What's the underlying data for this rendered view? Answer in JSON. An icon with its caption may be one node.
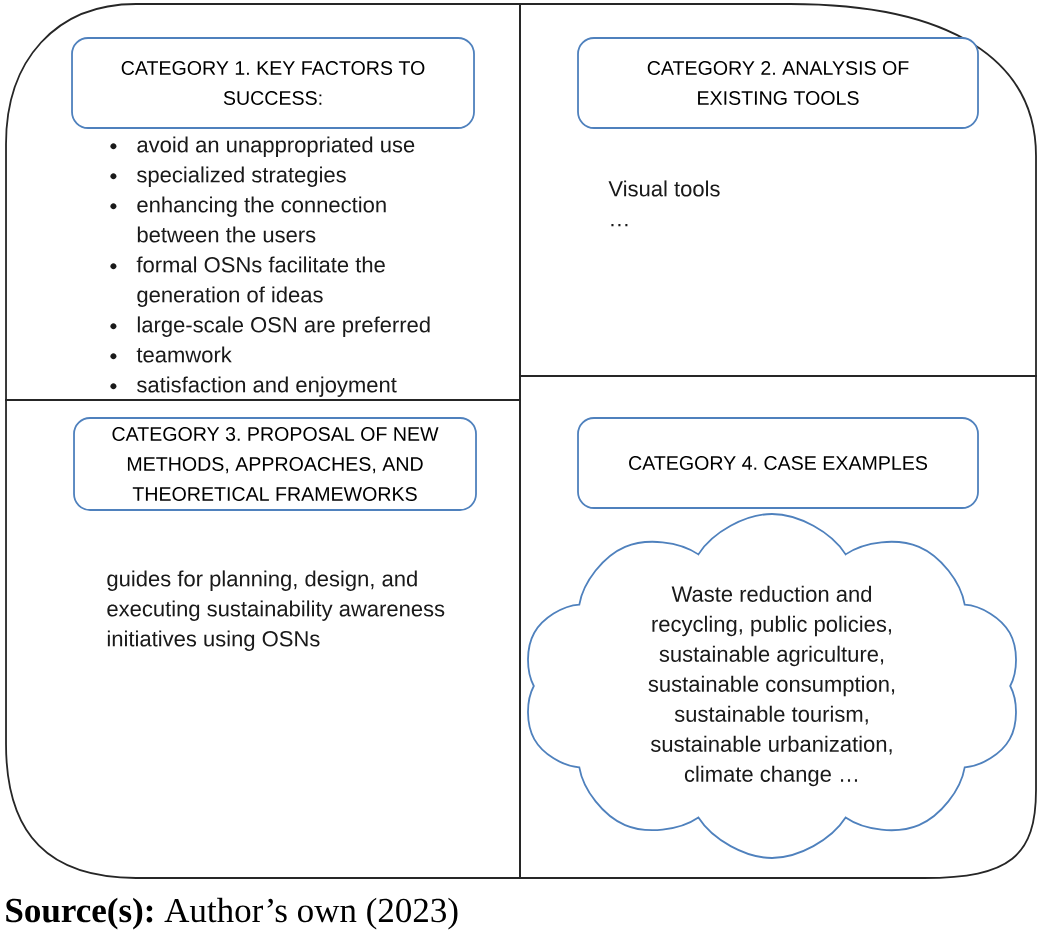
{
  "diagram": {
    "caption": "**Source(s):** Author’s own (2023)",
    "nodes": [
      {
        "text": [
          "avoid an unappropriated use",
          "specialized strategies",
          "enhancing the connection between the users",
          "formal OSNs facilitate the generation of ideas",
          "large-scale OSN are preferred",
          "teamwork",
          "satisfaction and enjoyment"
        ]
      },
      {
        "text": [
          "CATEGORY 1. KEY FACTORS TO SUCCESS:"
        ],
        "in": 0
      },
      {
        "text": [
          "Visual tools",
          "…"
        ]
      },
      {
        "text": [
          "CATEGORY 2. ANALYSIS OF EXISTING TOOLS"
        ],
        "in": 2
      },
      {
        "text": [
          "guides for planning, design, and executing sustainability awareness initiatives using OSNs"
        ]
      },
      {
        "text": [
          "CATEGORY 3. PROPOSAL OF NEW METHODS, APPROACHES, AND THEORETICAL FRAMEWORKS"
        ],
        "in": 4
      },
      {
        "text": [],
        "shape": "box"
      },
      {
        "text": [
          "CATEGORY 4. CASE EXAMPLES"
        ],
        "in": 6
      },
      {
        "text": [
          "Waste reduction and recycling, public policies, sustainable agriculture, sustainable consumption, sustainable tourism, sustainable urbanization, climate change …"
        ],
        "in": 6
      }
    ]
  }
}
